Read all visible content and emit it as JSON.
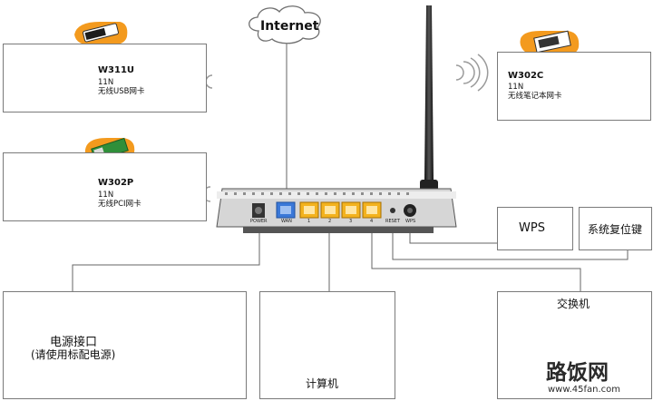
{
  "cloud": {
    "label": "Internet"
  },
  "clients": [
    {
      "model": "W311U",
      "spec": "11N",
      "desc": "无线USB网卡"
    },
    {
      "model": "W302P",
      "spec": "11N",
      "desc": "无线PCI网卡"
    },
    {
      "model": "W302C",
      "spec": "11N",
      "desc": "无线笔记本网卡"
    }
  ],
  "router": {
    "ports": [
      "POWER",
      "WAN",
      "1",
      "2",
      "3",
      "4",
      "RESET",
      "WPS"
    ]
  },
  "callouts": {
    "wps": "WPS",
    "reset": "系统复位键",
    "power_line1": "电源接口",
    "power_line2": "(请使用标配电源)",
    "computer": "计算机",
    "switch": "交换机"
  },
  "watermark": {
    "brand": "路饭网",
    "url": "www.45fan.com"
  },
  "colors": {
    "line": "#666666",
    "wan": "#3a78d8",
    "lan": "#f3b21e",
    "router": "#cfcfcf",
    "bubble": "#f39a1e"
  }
}
